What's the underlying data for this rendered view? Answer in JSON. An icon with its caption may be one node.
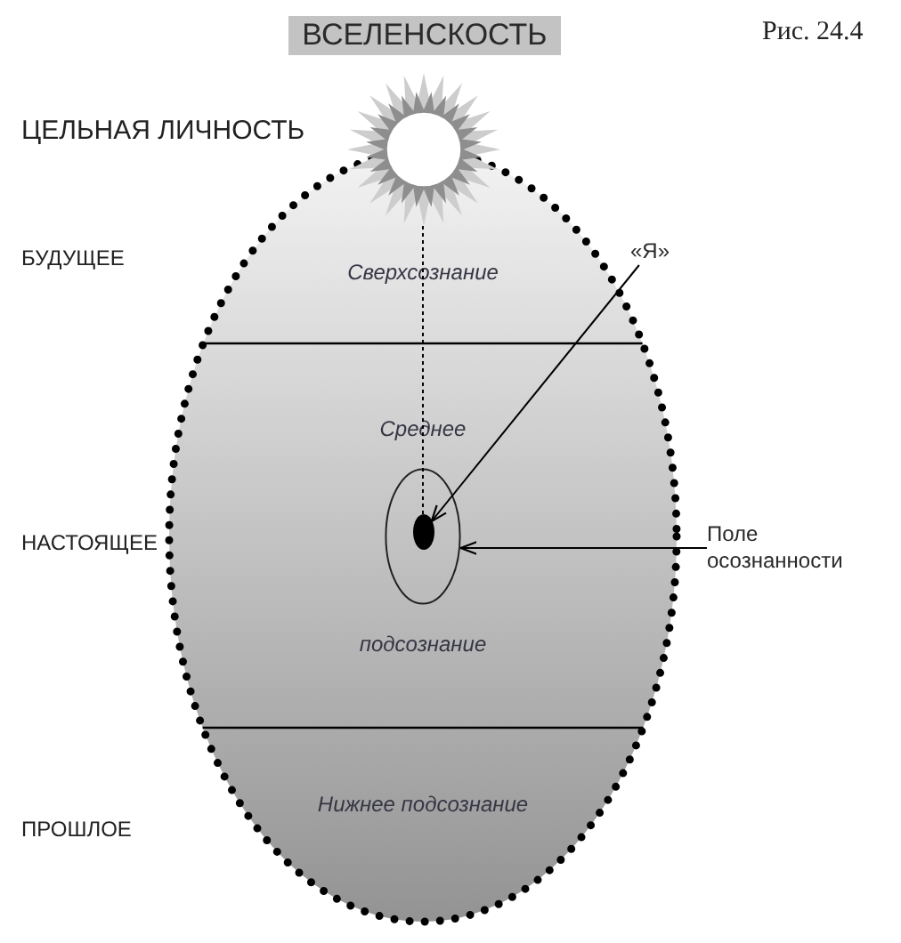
{
  "diagram": {
    "nodes": [
      {
        "text": [
          "ВСЕЛЕНСКОСТЬ"
        ]
      },
      {
        "text": [],
        "shape": "sun"
      },
      {
        "text": [
          "Сверхсознание",
          "Среднее",
          "подсознание",
          "Нижнее подсознание"
        ]
      },
      {
        "text": [
          "«Я»"
        ]
      },
      {
        "text": [],
        "shape": "circle",
        "in": 2
      },
      {
        "text": [],
        "shape": "dot",
        "in": 4
      },
      {
        "text": [
          "Поле осознанности"
        ]
      }
    ],
    "edges": [
      {
        "from": 1,
        "to": 5,
        "arrow": "none",
        "style": "dashed"
      },
      {
        "from": 3,
        "to": 5,
        "arrow": "to"
      },
      {
        "from": 6,
        "to": 4,
        "arrow": "to"
      }
    ],
    "labels": [
      "Рис. 24.4",
      "ЦЕЛЬНАЯ ЛИЧНОСТЬ",
      "БУДУЩЕЕ",
      "НАСТОЯЩЕЕ",
      "ПРОШЛОЕ"
    ]
  }
}
